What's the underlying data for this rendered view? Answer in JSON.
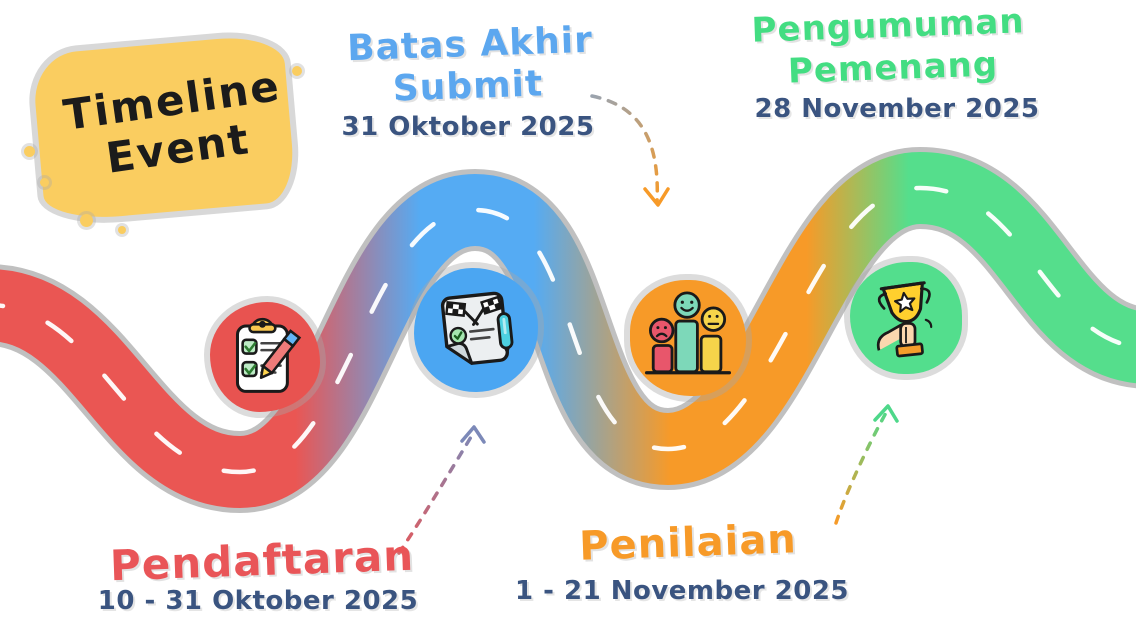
{
  "title": {
    "line1": "Timeline",
    "line2": "Event",
    "background_color": "#FACD60",
    "text_color": "#1B1B1B"
  },
  "milestones": [
    {
      "name": "Pendaftaran",
      "label": "Pendaftaran",
      "date": "10 - 31 Oktober 2025",
      "label_color": "#E95558",
      "blob_color": "#E85350",
      "icon": "clipboard-checklist-icon"
    },
    {
      "name": "Batas Akhir Submit",
      "label_line1": "Batas Akhir",
      "label_line2": "Submit",
      "date": "31 Oktober 2025",
      "label_color": "#5CA7EF",
      "blob_color": "#4BA6F2",
      "icon": "submission-paper-icon"
    },
    {
      "name": "Penilaian",
      "label": "Penilaian",
      "date": "1 - 21 November 2025",
      "label_color": "#F79A28",
      "blob_color": "#F79A28",
      "icon": "rating-bars-icon"
    },
    {
      "name": "Pengumuman Pemenang",
      "label_line1": "Pengumuman",
      "label_line2": "Pemenang",
      "date": "28 November 2025",
      "label_color": "#43DD82",
      "blob_color": "#53DE8D",
      "icon": "trophy-in-hand-icon"
    }
  ],
  "date_text_color": "#3A5480",
  "road": {
    "segment_colors": {
      "red": "#EA5653",
      "blue": "#55ABF3",
      "orange": "#F79A28",
      "green": "#55DE8C"
    },
    "lane_marking_color": "#FFFFFF"
  }
}
